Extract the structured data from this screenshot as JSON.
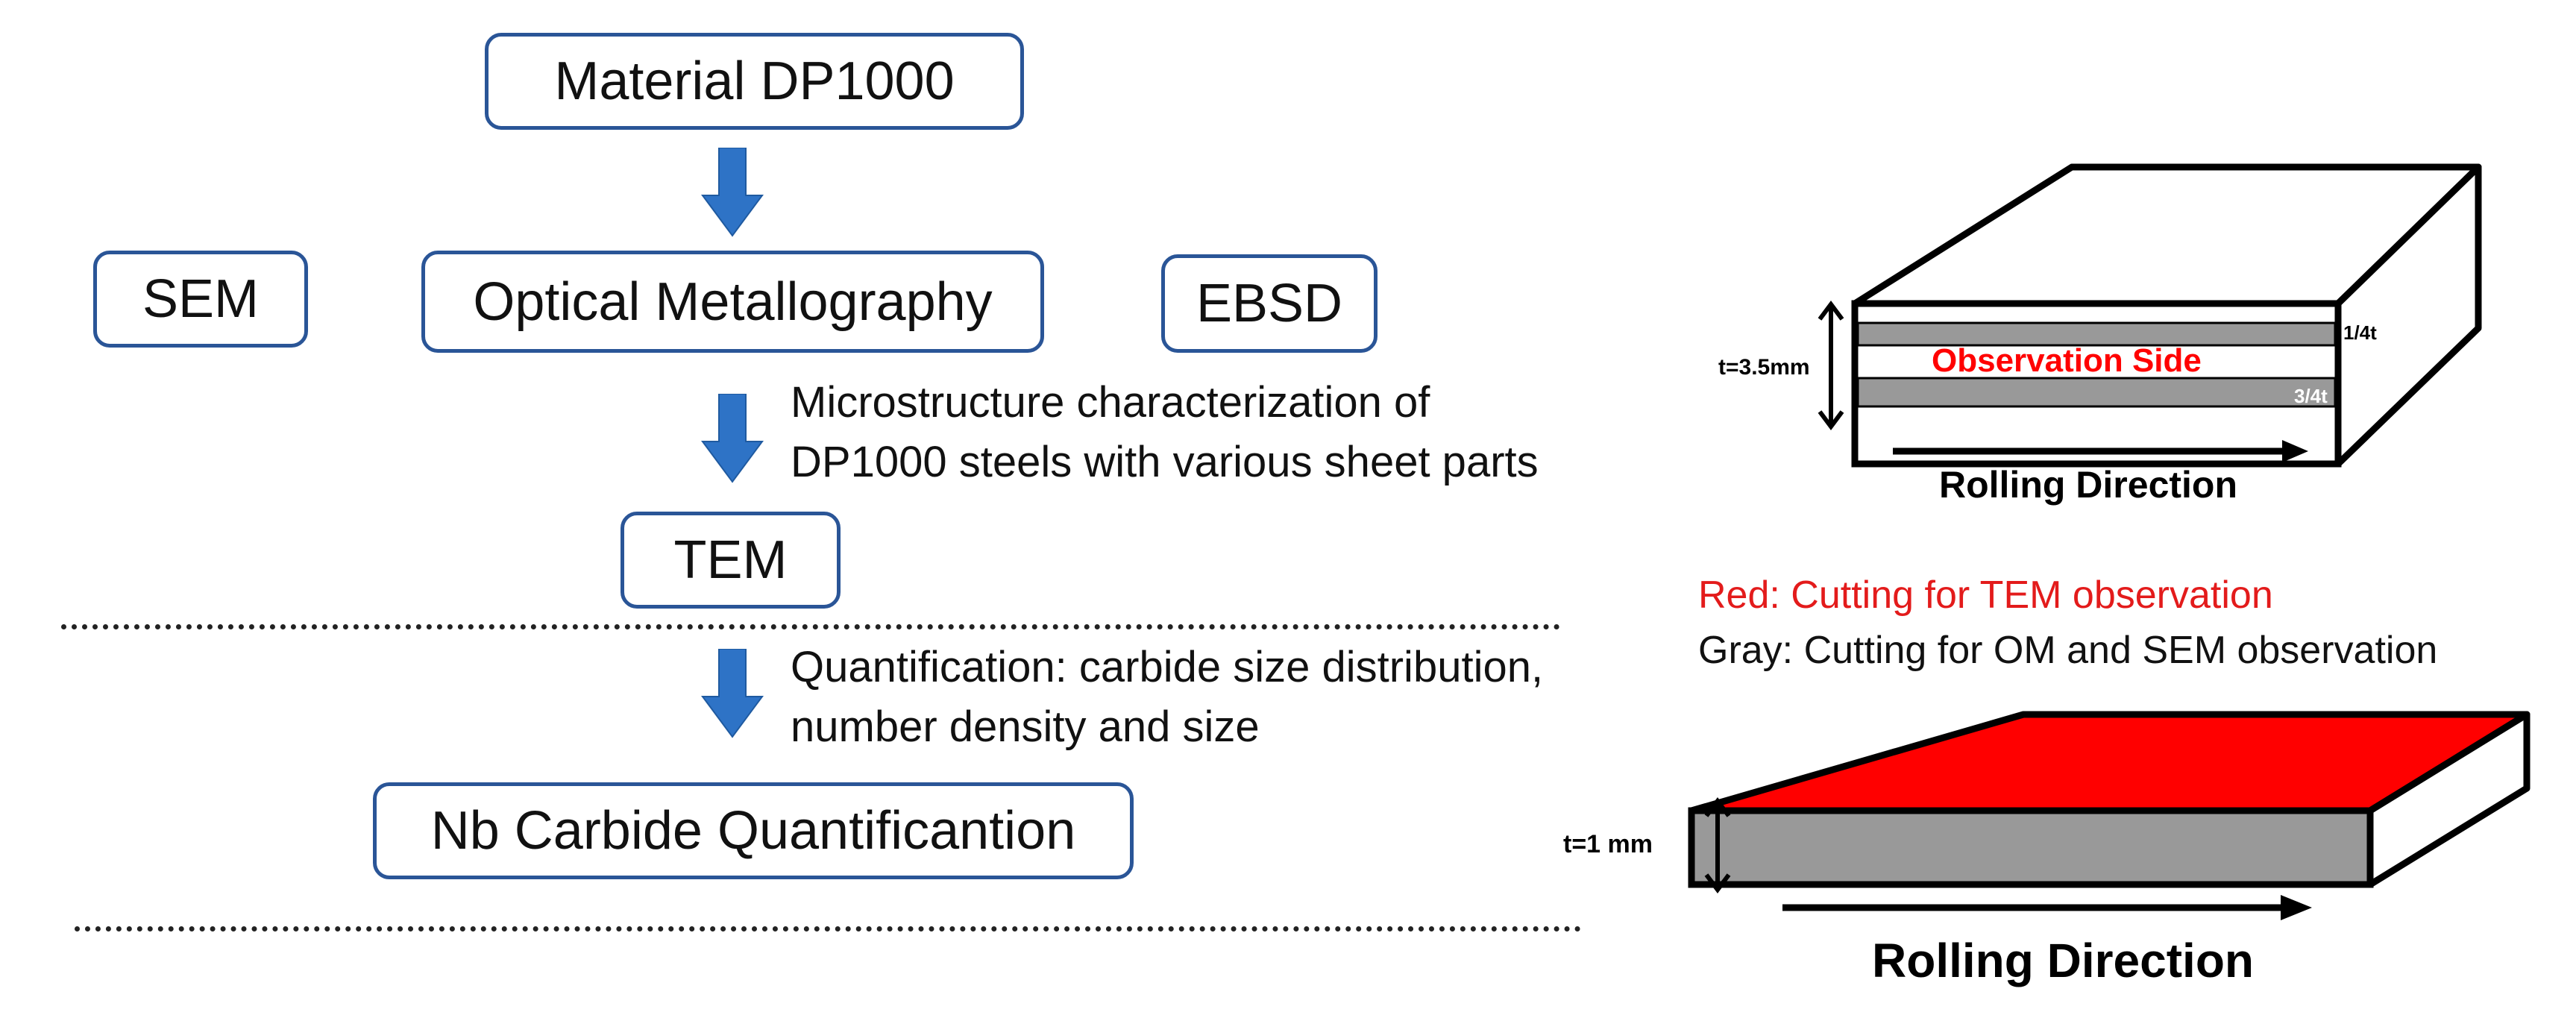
{
  "flow": {
    "material": "Material DP1000",
    "sem": "SEM",
    "om": "Optical Metallography",
    "ebsd": "EBSD",
    "tem": "TEM",
    "nb": "Nb Carbide Quantificantion"
  },
  "notes": {
    "micro_line1": "Microstructure characterization of",
    "micro_line2": "DP1000 steels with various sheet parts",
    "quant_line1": "Quantification: carbide size distribution,",
    "quant_line2": "number density and size"
  },
  "legend": {
    "red": "Red: Cutting for TEM observation",
    "gray": "Gray: Cutting for OM and SEM observation",
    "red_color": "#e31b1b"
  },
  "block1": {
    "thickness": "t=3.5mm",
    "observation": "Observation Side",
    "quarter_top": "1/4t",
    "quarter_bottom": "3/4t",
    "rolling": "Rolling Direction"
  },
  "block2": {
    "thickness": "t=1 mm",
    "rolling": "Rolling Direction"
  },
  "colors": {
    "box_border": "#2a5597",
    "arrow_fill": "#2e73c6",
    "gray_layer": "#999999",
    "red_face": "#ff0000"
  }
}
